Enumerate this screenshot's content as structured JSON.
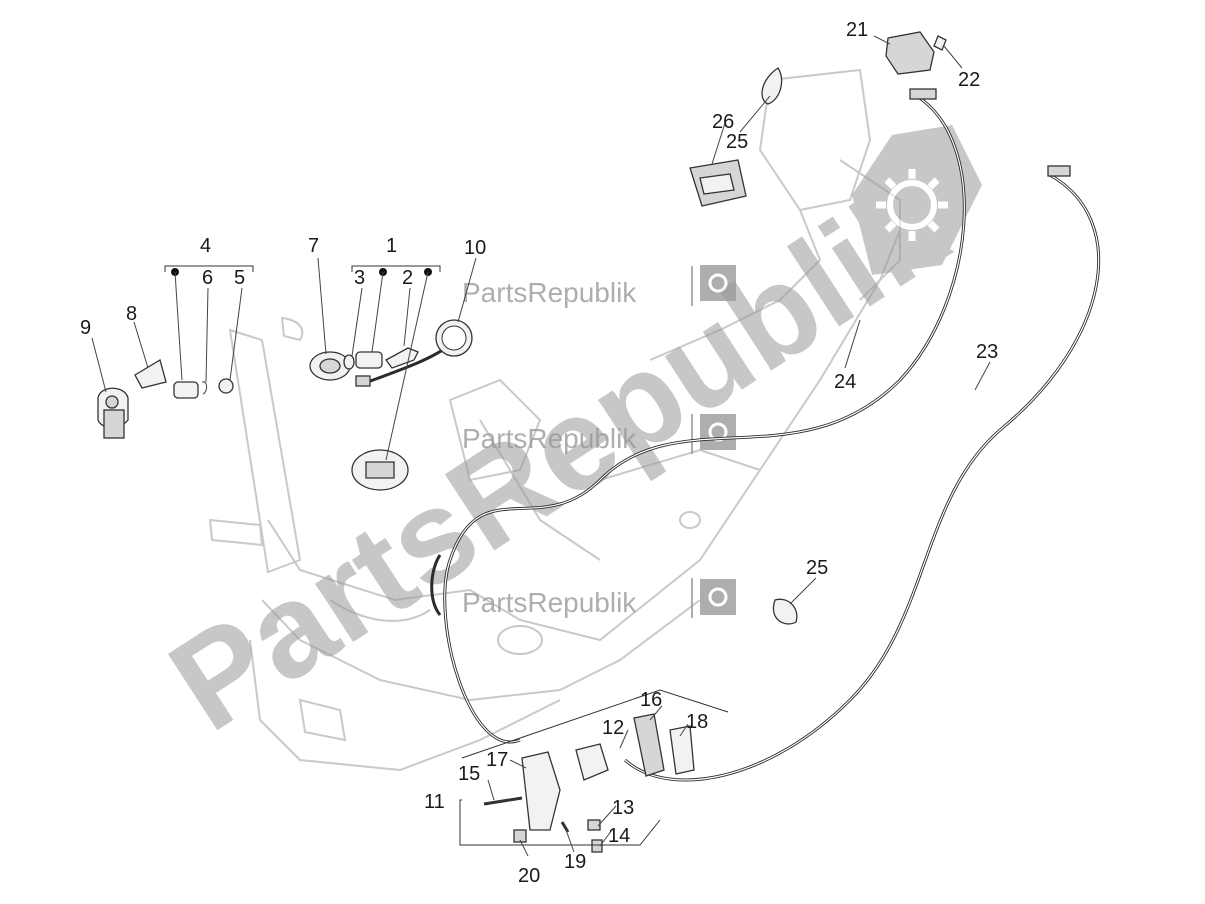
{
  "watermark": {
    "large_text": "PartsRepublik",
    "small_text": "PartsRepublik"
  },
  "callouts": [
    {
      "id": "c1",
      "text": "1"
    },
    {
      "id": "c2",
      "text": "2"
    },
    {
      "id": "c3",
      "text": "3"
    },
    {
      "id": "c4",
      "text": "4"
    },
    {
      "id": "c5",
      "text": "5"
    },
    {
      "id": "c6",
      "text": "6"
    },
    {
      "id": "c7",
      "text": "7"
    },
    {
      "id": "c8",
      "text": "8"
    },
    {
      "id": "c9",
      "text": "9"
    },
    {
      "id": "c10",
      "text": "10"
    },
    {
      "id": "c11",
      "text": "11"
    },
    {
      "id": "c12",
      "text": "12"
    },
    {
      "id": "c13",
      "text": "13"
    },
    {
      "id": "c14",
      "text": "14"
    },
    {
      "id": "c15",
      "text": "15"
    },
    {
      "id": "c16",
      "text": "16"
    },
    {
      "id": "c17",
      "text": "17"
    },
    {
      "id": "c18",
      "text": "18"
    },
    {
      "id": "c19",
      "text": "19"
    },
    {
      "id": "c20",
      "text": "20"
    },
    {
      "id": "c21",
      "text": "21"
    },
    {
      "id": "c22",
      "text": "22"
    },
    {
      "id": "c23",
      "text": "23"
    },
    {
      "id": "c24",
      "text": "24"
    },
    {
      "id": "c25a",
      "text": "25"
    },
    {
      "id": "c25b",
      "text": "25"
    },
    {
      "id": "c26",
      "text": "26"
    }
  ]
}
